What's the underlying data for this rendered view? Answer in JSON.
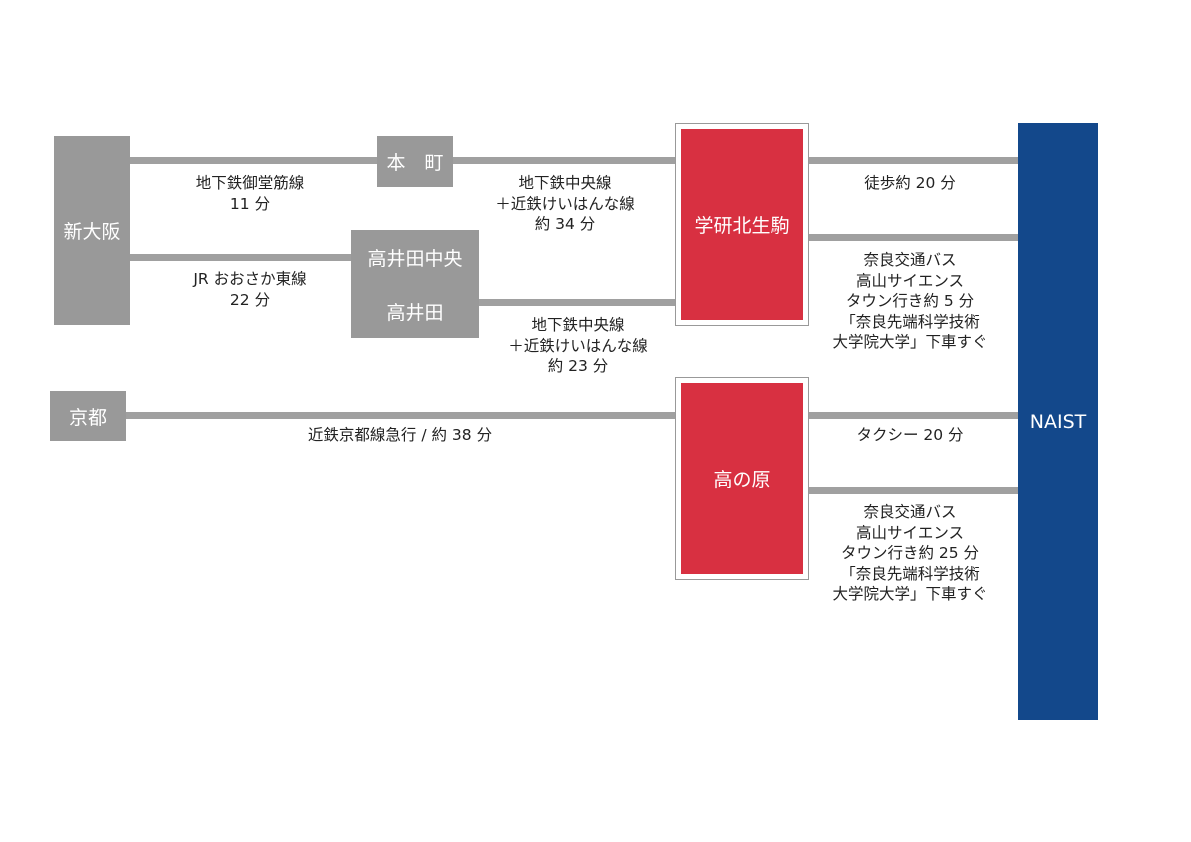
{
  "stations": {
    "shin_osaka": "新大阪",
    "honmachi": "本　町",
    "takaida_chuo": "高井田中央",
    "takaida": "高井田",
    "gakken_kita_ikoma": "学研北生駒",
    "kyoto": "京都",
    "takanohara": "高の原",
    "naist": "NAIST"
  },
  "routes": {
    "midosuji": [
      "地下鉄御堂筋線",
      "11 分"
    ],
    "chuo_from_honmachi": [
      "地下鉄中央線",
      "＋近鉄けいはんな線",
      "約 34 分"
    ],
    "jr_osaka_higashi": [
      "JR おおさか東線",
      "22 分"
    ],
    "chuo_from_takaida": [
      "地下鉄中央線",
      "＋近鉄けいはんな線",
      "約 23 分"
    ],
    "kintetsu_kyoto": [
      "近鉄京都線急行 / 約 38 分"
    ],
    "walk": [
      "徒歩約 20 分"
    ],
    "bus_from_gakken": [
      "奈良交通バス",
      "高山サイエンス",
      "タウン行き約 5 分",
      "「奈良先端科学技術",
      "大学院大学」下車すぐ"
    ],
    "taxi": [
      "タクシー 20 分"
    ],
    "bus_from_takanohara": [
      "奈良交通バス",
      "高山サイエンス",
      "タウン行き約 25 分",
      "「奈良先端科学技術",
      "大学院大学」下車すぐ"
    ]
  },
  "colors": {
    "station_gray": "#999999",
    "line_gray": "#a0a0a0",
    "transfer_red": "#d83041",
    "naist_blue": "#13488b"
  }
}
